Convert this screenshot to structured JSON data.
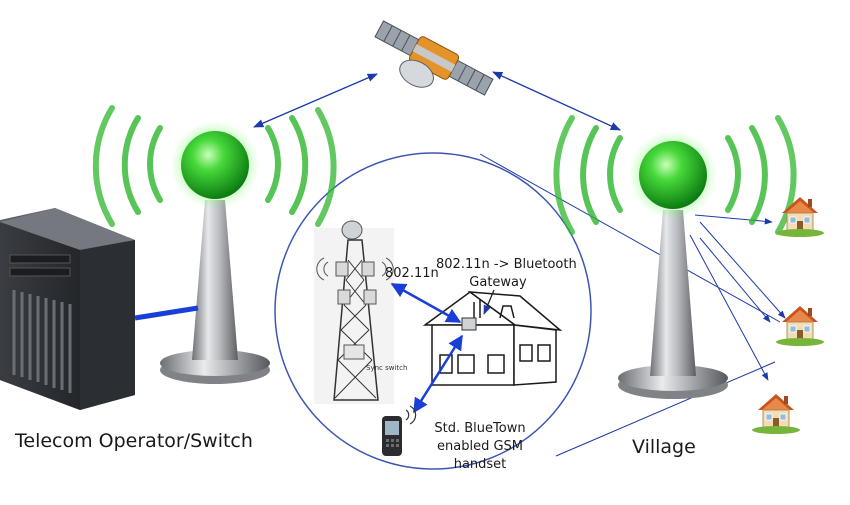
{
  "labels": {
    "operator": "Telecom Operator/Switch",
    "village": "Village",
    "wifi": "802.11n",
    "gateway_line1": "802.11n -> Bluetooth",
    "gateway_line2": "Gateway",
    "sync_switch": "Sync switch",
    "handset_line1": "Std. BlueTown",
    "handset_line2": "enabled GSM",
    "handset_line3": "handset"
  },
  "colors": {
    "signal_green": "#2db52d",
    "link_blue": "#1e3aa8",
    "cable_blue": "#1a3fd6",
    "roof_orange": "#d9742a"
  },
  "icons": [
    "satellite-icon",
    "server-tower-icon",
    "radio-tower-icon",
    "house-icon",
    "mobile-phone-icon",
    "relay-mast-icon"
  ]
}
